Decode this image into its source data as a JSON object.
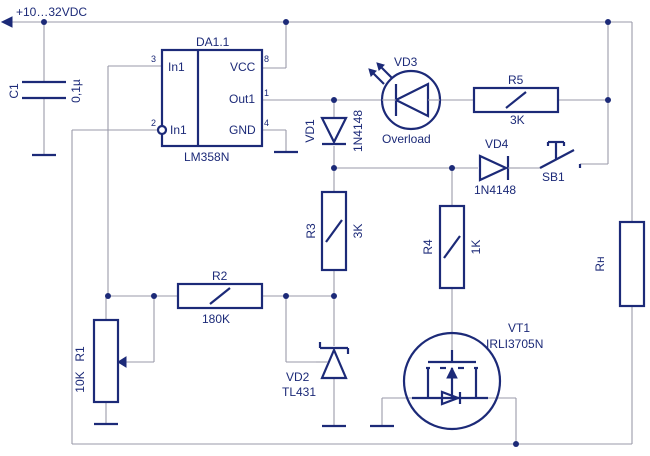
{
  "power_label": "+10…32VDC",
  "components": {
    "c1": {
      "ref": "C1",
      "value": "0,1µ"
    },
    "da1": {
      "ref": "DA1.1",
      "part": "LM358N",
      "pins": {
        "in1_plus": "In1",
        "in1_minus": "In1",
        "vcc": "VCC",
        "out": "Out1",
        "gnd": "GND",
        "pin_in1_plus": "3",
        "pin_in1_minus": "2",
        "pin_vcc": "8",
        "pin_out": "1",
        "pin_gnd": "4"
      }
    },
    "vd3": {
      "ref": "VD3",
      "label": "Overload"
    },
    "r5": {
      "ref": "R5",
      "value": "3K"
    },
    "vd1": {
      "ref": "VD1",
      "part": "1N4148"
    },
    "vd4": {
      "ref": "VD4",
      "part": "1N4148"
    },
    "sb1": {
      "ref": "SB1"
    },
    "r3": {
      "ref": "R3",
      "value": "3K"
    },
    "r4": {
      "ref": "R4",
      "value": "1K"
    },
    "rn": {
      "ref": "Rн"
    },
    "r2": {
      "ref": "R2",
      "value": "180K"
    },
    "r1": {
      "ref": "R1",
      "value": "10K"
    },
    "vd2": {
      "ref": "VD2",
      "part": "TL431"
    },
    "vt1": {
      "ref": "VT1",
      "part": "IRLI3705N"
    }
  }
}
